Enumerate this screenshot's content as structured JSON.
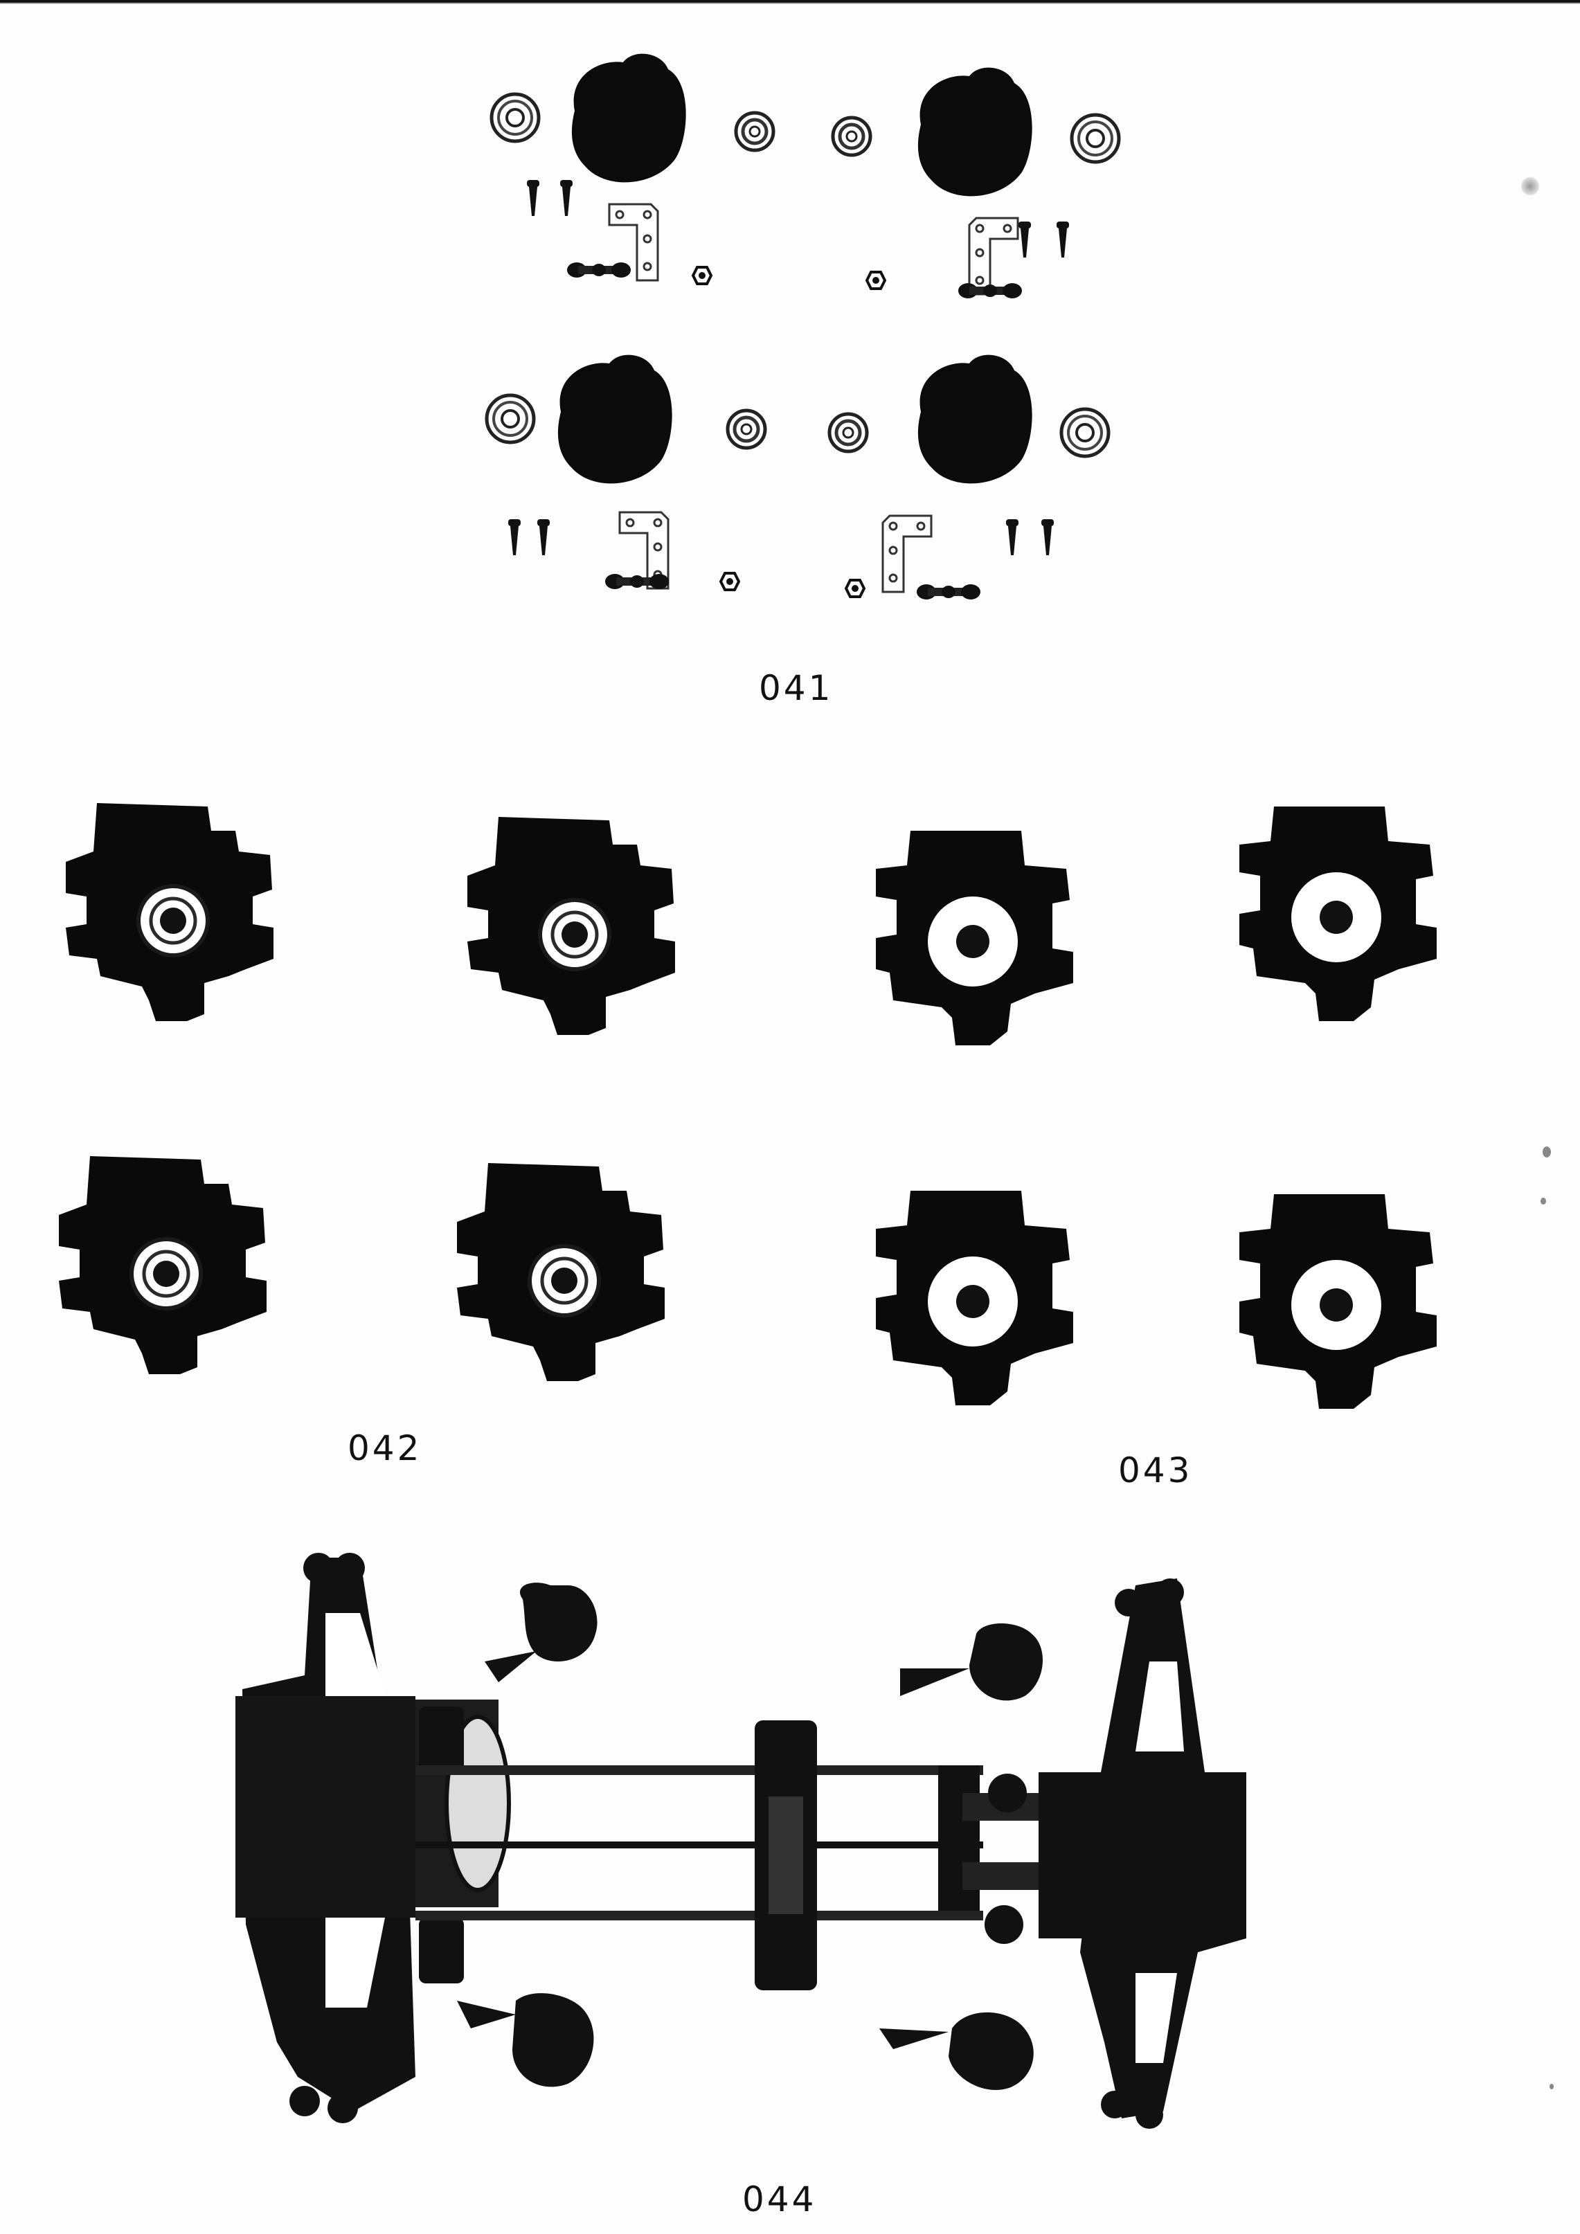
{
  "figures": [
    {
      "label": "041"
    },
    {
      "label": "042"
    },
    {
      "label": "043"
    },
    {
      "label": "044"
    }
  ]
}
